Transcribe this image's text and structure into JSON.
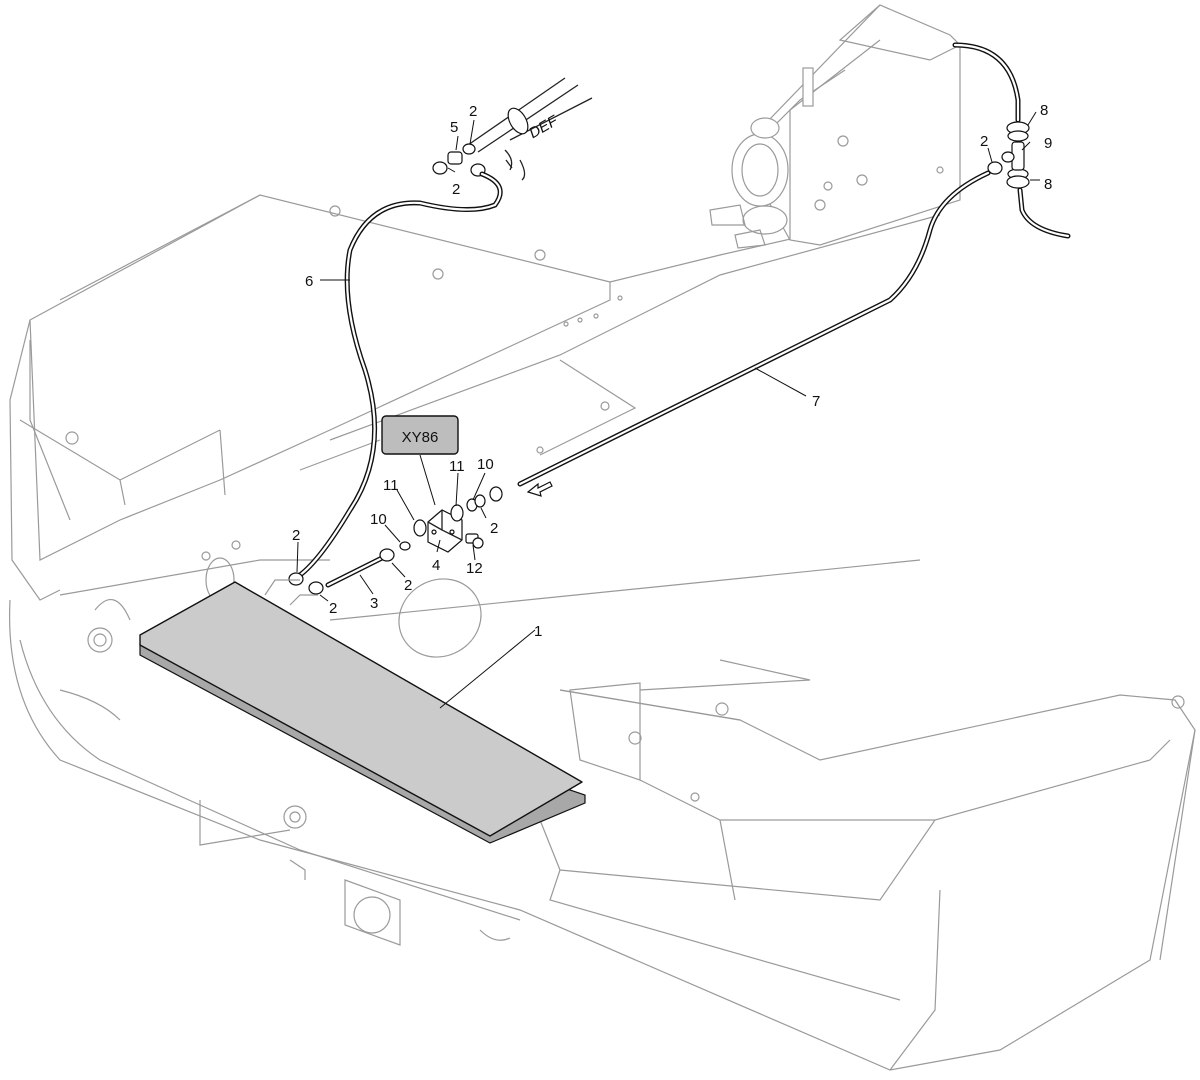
{
  "diagram": {
    "xy_label": "XY86",
    "def_label": "DEF",
    "callouts": {
      "p1": "1",
      "p2_top_a": "2",
      "p2_top_b": "2",
      "p5": "5",
      "p6": "6",
      "p7": "7",
      "p8_a": "8",
      "p8_b": "8",
      "p9": "9",
      "p2_right": "2",
      "p11_a": "11",
      "p10_a": "10",
      "p2_mid": "2",
      "p4": "4",
      "p12": "12",
      "p11_b": "11",
      "p10_b": "10",
      "p2_left_a": "2",
      "p2_left_b": "2",
      "p2_left_c": "2",
      "p3": "3"
    }
  }
}
